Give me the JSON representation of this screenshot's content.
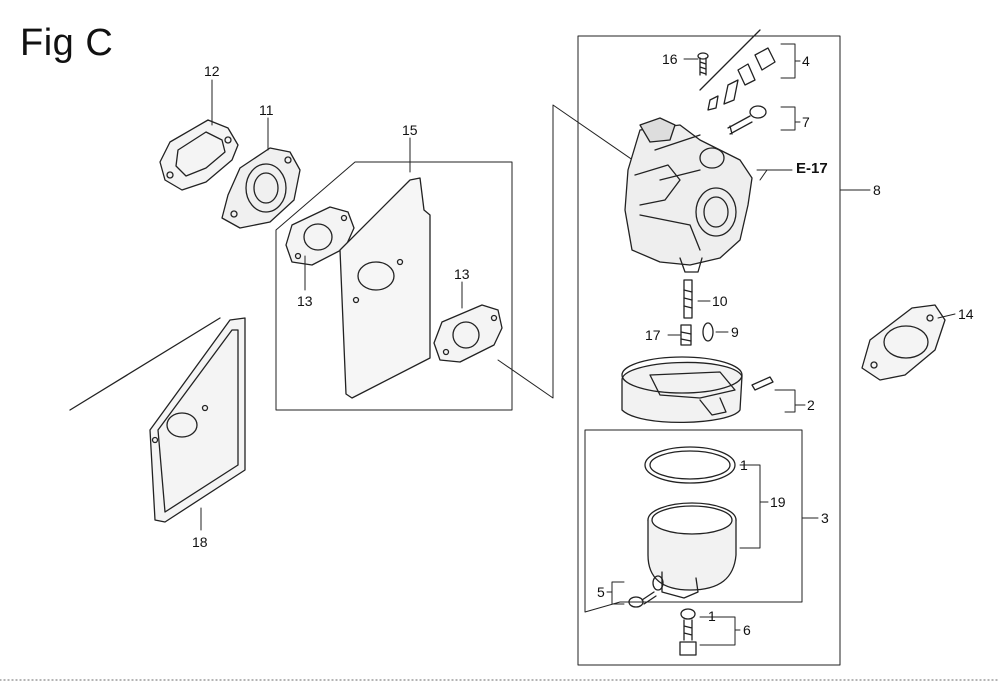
{
  "figure": {
    "title": "Fig C"
  },
  "callouts": {
    "c1a": "1",
    "c1b": "1",
    "c2": "2",
    "c3": "3",
    "c4": "4",
    "c5": "5",
    "c6": "6",
    "c7": "7",
    "c8": "8",
    "c9": "9",
    "c10": "10",
    "c11": "11",
    "c12": "12",
    "c13a": "13",
    "c13b": "13",
    "c14": "14",
    "c15": "15",
    "c16": "16",
    "c17": "17",
    "c18": "18",
    "c19": "19",
    "e17": "E-17"
  }
}
